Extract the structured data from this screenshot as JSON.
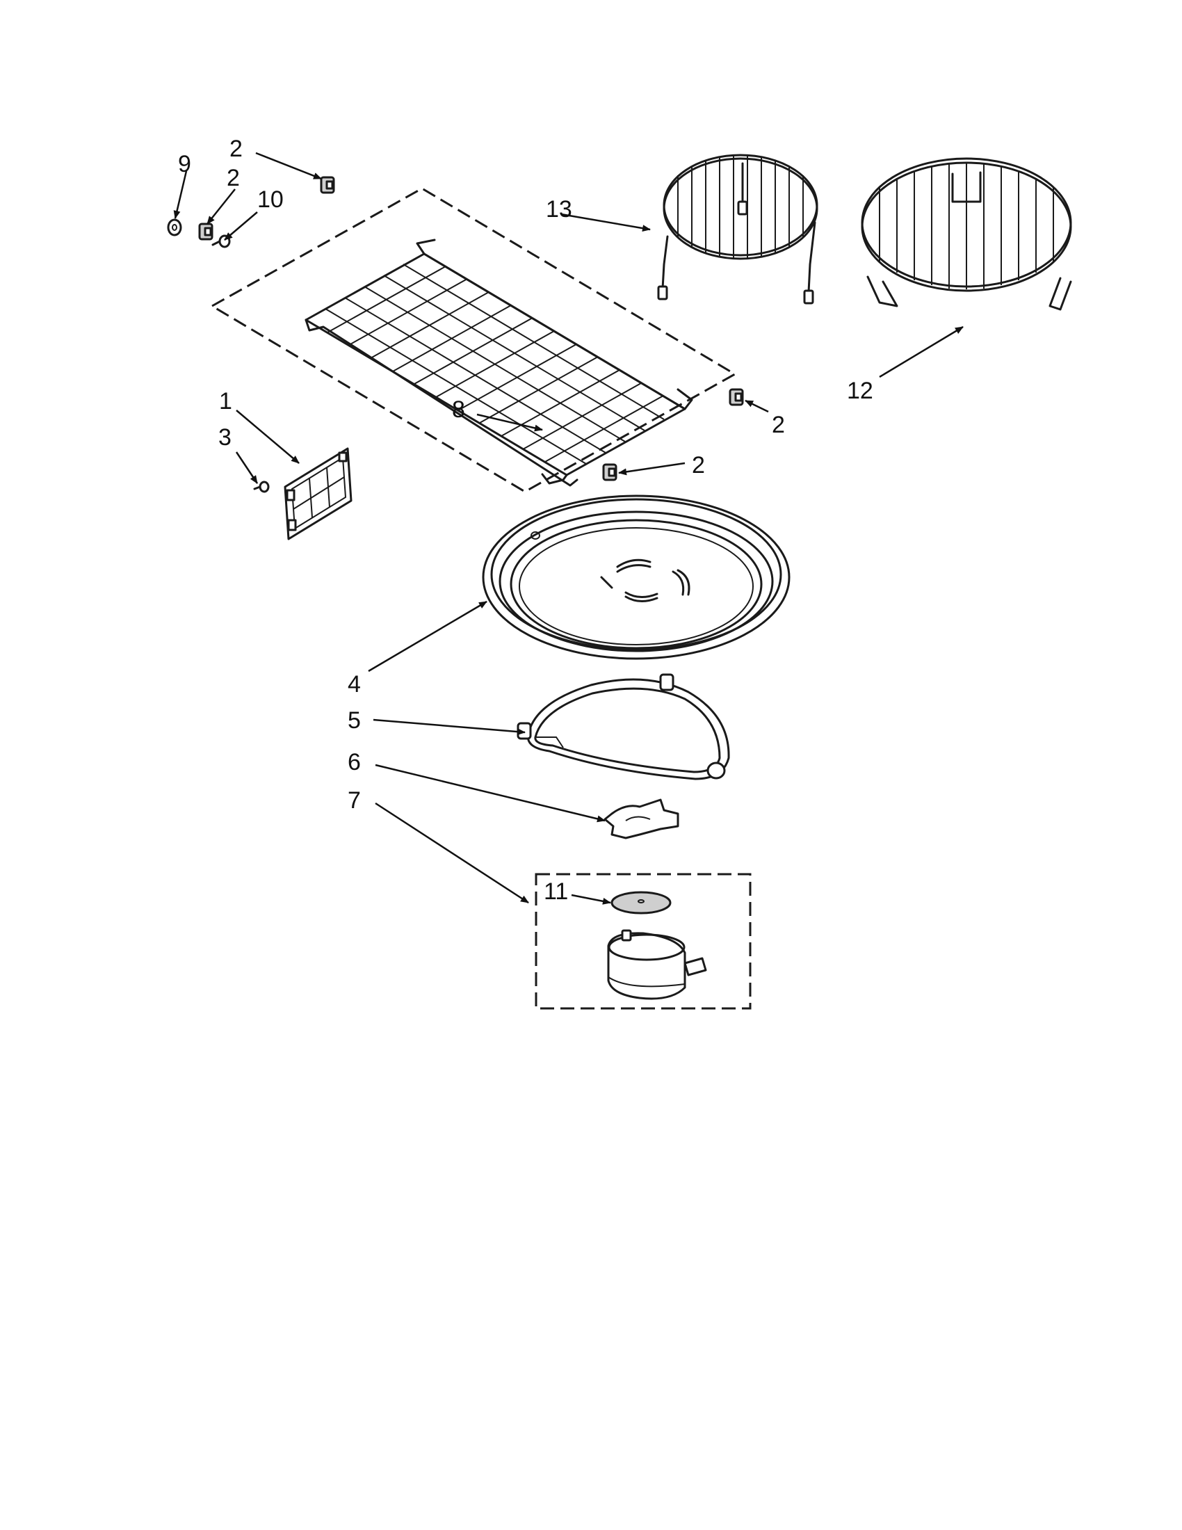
{
  "diagram": {
    "callouts": {
      "c1": "1",
      "c2a": "2",
      "c2b": "2",
      "c2c": "2",
      "c2d": "2",
      "c3": "3",
      "c4": "4",
      "c5": "5",
      "c6": "6",
      "c7": "7",
      "c8": "8",
      "c9": "9",
      "c10": "10",
      "c11": "11",
      "c12": "12",
      "c13": "13"
    },
    "line_color": "#1a1a1a",
    "background": "#ffffff"
  }
}
